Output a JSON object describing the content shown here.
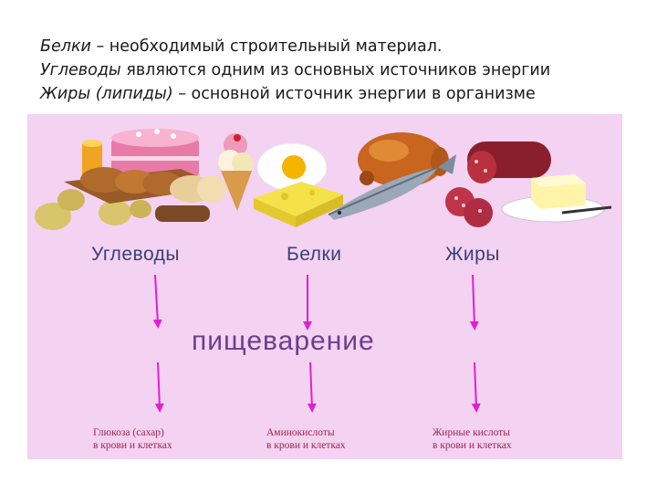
{
  "header": {
    "lines": [
      {
        "term": "Белки",
        "rest": " – необходимый строительный материал."
      },
      {
        "term": "Углеводы",
        "rest": " являются одним из основных источников энергии"
      },
      {
        "term": "Жиры (липиды)",
        "rest": " – основной источник энергии в организме"
      }
    ]
  },
  "diagram": {
    "categories": [
      "Углеводы",
      "Белки",
      "Жиры"
    ],
    "process": "пищеварение",
    "results": [
      {
        "line1": "Глюкоза (сахар)",
        "line2": "в крови и клетках"
      },
      {
        "line1": "Аминокислоты",
        "line2": "в крови и клетках"
      },
      {
        "line1": "Жирные кислоты",
        "line2": "в крови и клетках"
      }
    ],
    "colors": {
      "background": "#f4d2f2",
      "arrow": "#e020d0",
      "category_text": "#3a3f7a",
      "process_text": "#6b3f8a",
      "result_text": "#a0264a"
    },
    "icons": [
      "potatoes-icon",
      "bread-icon",
      "cake-icon",
      "ice-cream-icon",
      "fried-egg-icon",
      "cheese-icon",
      "roast-chicken-icon",
      "fish-icon",
      "salami-icon",
      "butter-icon"
    ]
  }
}
